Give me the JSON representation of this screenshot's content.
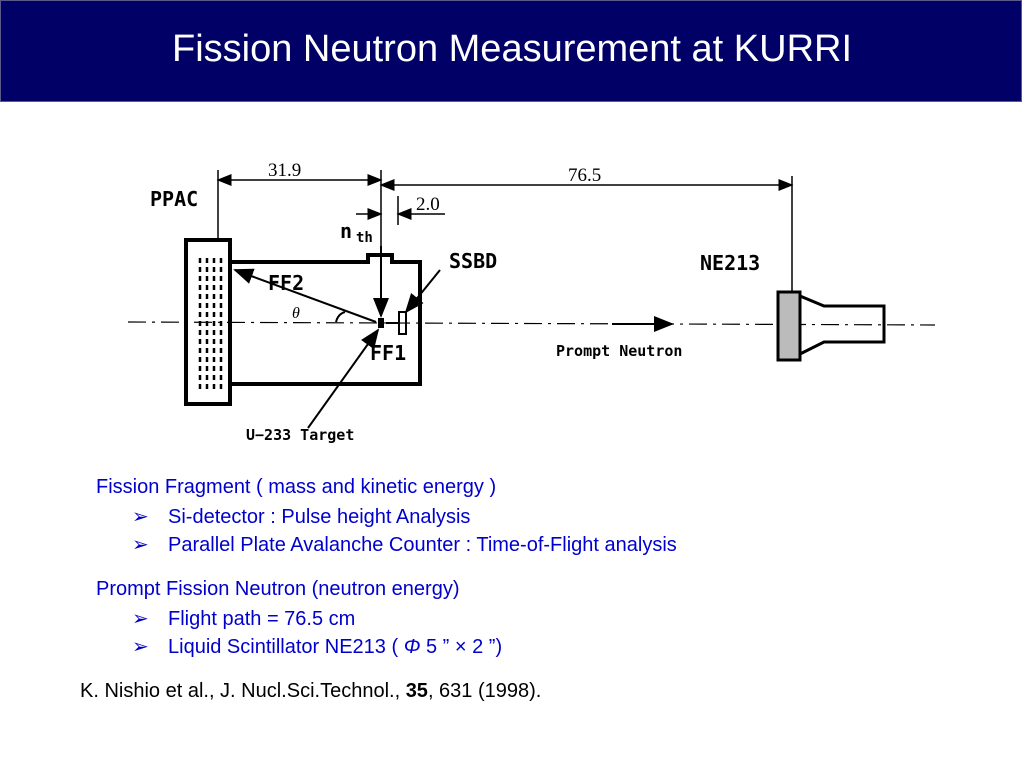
{
  "slide": {
    "title": "Fission Neutron Measurement at KURRI"
  },
  "diagram": {
    "dim_left": "31.9",
    "dim_right": "76.5",
    "dim_small": "2.0",
    "label_ppac": "PPAC",
    "label_nth_main": "n",
    "label_nth_sub": "th",
    "label_ssbd": "SSBD",
    "label_ne213": "NE213",
    "label_ff2": "FF2",
    "label_theta": "θ",
    "label_ff1": "FF1",
    "label_prompt": "Prompt Neutron",
    "label_target": "U−233 Target"
  },
  "bullets": {
    "heading1": "Fission Fragment ( mass and kinetic energy )",
    "item1": "Si-detector : Pulse height Analysis",
    "item2": "Parallel Plate Avalanche Counter : Time-of-Flight analysis",
    "heading2": "Prompt Fission Neutron (neutron energy)",
    "item3": "Flight path = 76.5 cm",
    "item4_pre": "Liquid Scintillator NE213 ( ",
    "item4_phi": "Φ",
    "item4_post": " 5 ” × 2 ”)",
    "marker": "➢"
  },
  "reference": {
    "pre": "K. Nishio et al., J. Nucl.Sci.Technol., ",
    "volume": "35",
    "post": ", 631 (1998)."
  },
  "colors": {
    "title_bg": "#000066",
    "bullet_text": "#0000cc"
  }
}
